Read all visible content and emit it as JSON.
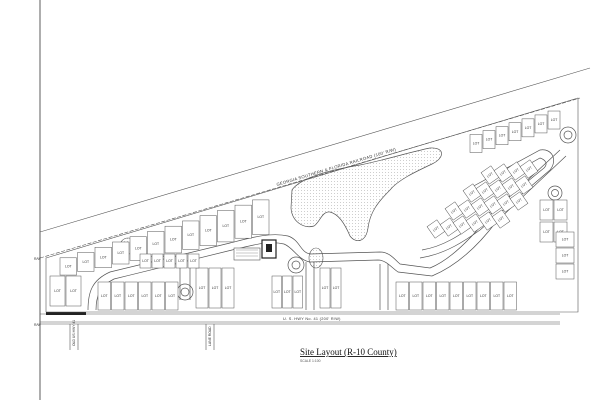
{
  "drawing": {
    "title": "Site Layout (R-10 County)",
    "scale_note": "SCALE 1:100",
    "railroad_label": "GEORGIA SOUTHERN & FLORIDA RAILROAD (100' R/W)",
    "highway_label": "U. S. HWY No. 41 (200' R/W)",
    "side_road_left": "OLD US HWY 41",
    "side_road_right": "LANE ROAD",
    "row_marker_left": "R/W",
    "row_marker_right": "R/W"
  },
  "lot_label": "LOT",
  "colors": {
    "linework": "#555555",
    "water_fill": "#d9d9d9",
    "background": "#ffffff"
  }
}
